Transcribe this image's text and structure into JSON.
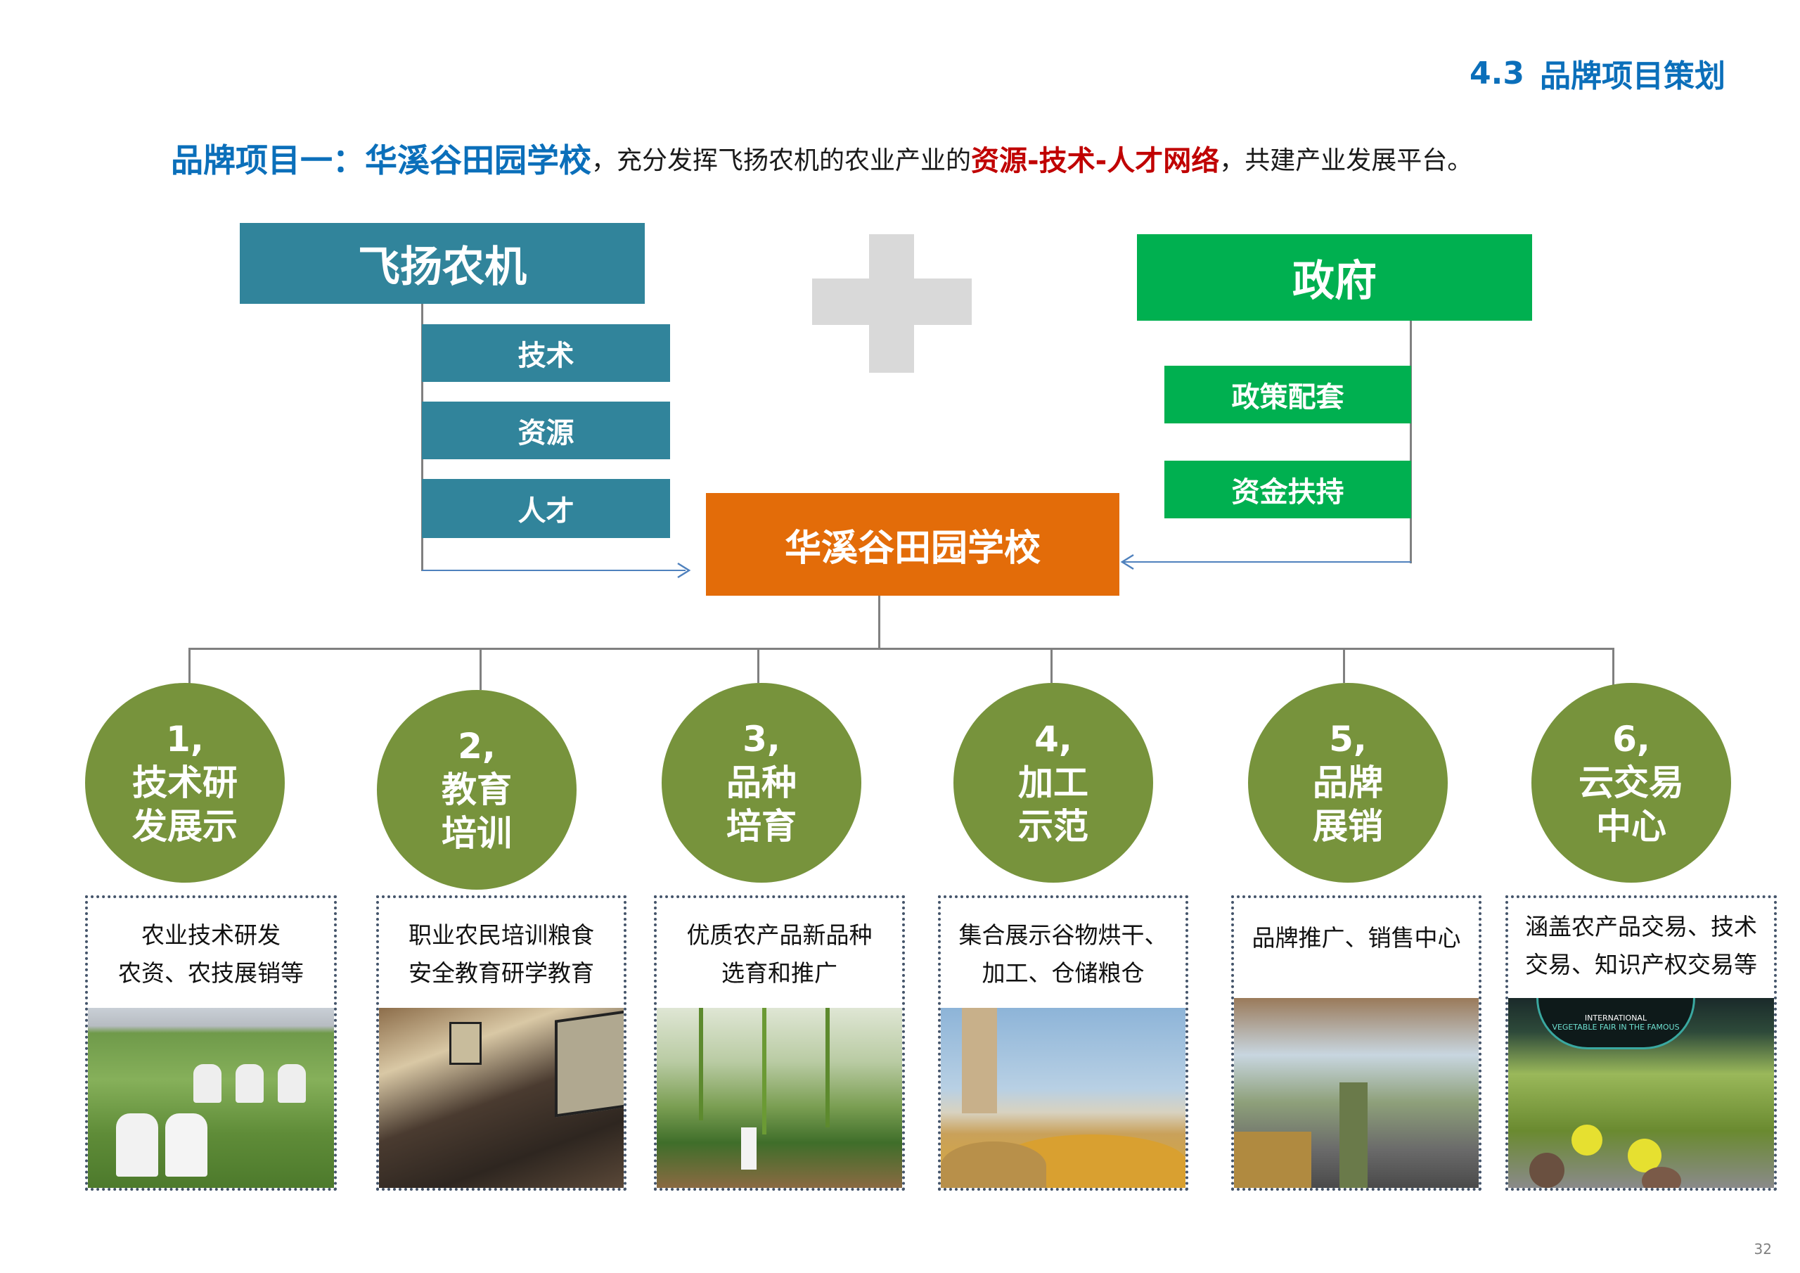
{
  "header": {
    "section_number": "4.3",
    "section_title": "品牌项目策划"
  },
  "subtitle": {
    "prefix": "品牌项目一：华溪谷田园学校",
    "middle": "，充分发挥飞扬农机的农业产业的",
    "highlight": "资源-技术-人才网络",
    "suffix": "，共建产业发展平台。"
  },
  "colors": {
    "title_blue": "#0b6fba",
    "highlight_red": "#c00000",
    "teal": "#31849b",
    "green": "#00b050",
    "orange": "#e36c09",
    "olive": "#77933c",
    "plus_gray": "#d9d9d9"
  },
  "left_entity": {
    "title": "飞扬农机",
    "items": [
      "技术",
      "资源",
      "人才"
    ]
  },
  "plus_symbol": "plus-icon",
  "right_entity": {
    "title": "政府",
    "items": [
      "政策配套",
      "资金扶持"
    ]
  },
  "center": {
    "title": "华溪谷田园学校"
  },
  "branches": [
    {
      "number": "1,",
      "line1": "技术研",
      "line2": "发展示",
      "desc1": "农业技术研发",
      "desc2": "农资、农技展销等",
      "image": "field-research-photo"
    },
    {
      "number": "2,",
      "line1": "教育",
      "line2": "培训",
      "desc1": "职业农民培训粮食",
      "desc2": "安全教育研学教育",
      "image": "conference-hall-photo"
    },
    {
      "number": "3,",
      "line1": "品种",
      "line2": "培育",
      "desc1": "优质农产品新品种",
      "desc2": "选育和推广",
      "image": "greenhouse-lab-photo"
    },
    {
      "number": "4,",
      "line1": "加工",
      "line2": "示范",
      "desc1": "集合展示谷物烘干、",
      "desc2": "加工、仓储粮仓",
      "image": "grain-processing-photo"
    },
    {
      "number": "5,",
      "line1": "品牌",
      "line2": "展销",
      "desc1": "品牌推广、销售中心",
      "desc2": "",
      "image": "market-hall-photo"
    },
    {
      "number": "6,",
      "line1": "云交易",
      "line2": "中心",
      "desc1": "涵盖农产品交易、技术",
      "desc2": "交易、知识产权交易等",
      "image": "exhibition-hall-photo",
      "image_caption1": "INTERNATIONAL",
      "image_caption2": "VEGETABLE FAIR IN THE FAMOUS"
    }
  ],
  "page_number": "32"
}
